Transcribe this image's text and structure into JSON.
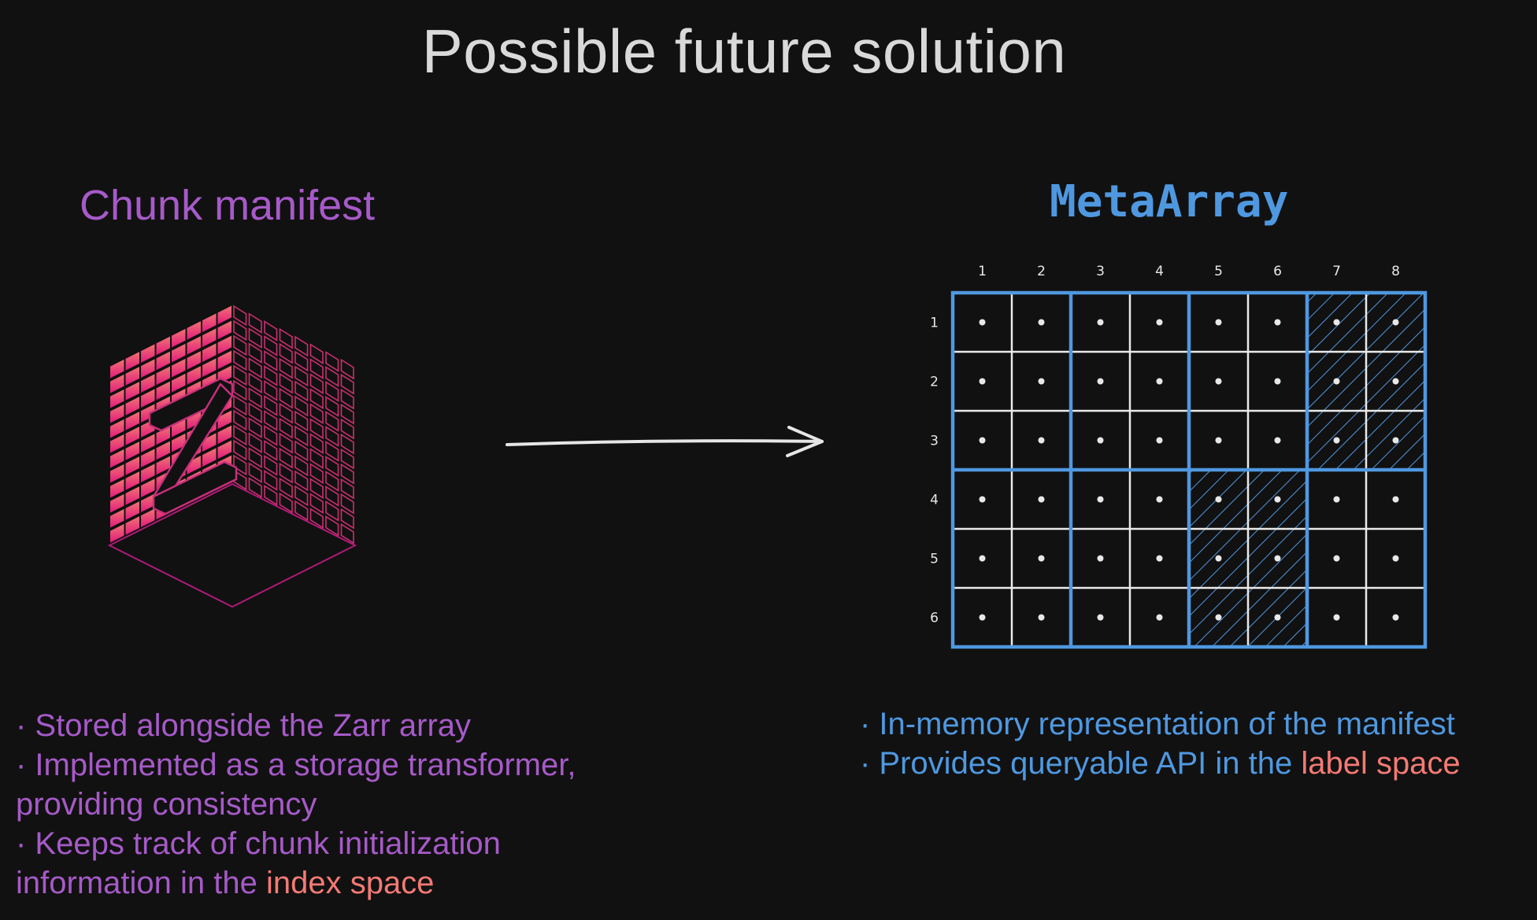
{
  "title": "Possible future solution",
  "left": {
    "heading": "Chunk manifest",
    "bullets": [
      {
        "text": "· Stored alongside the Zarr array"
      },
      {
        "text": "· Implemented as a storage transformer, providing consistency"
      },
      {
        "text": "· Keeps track of chunk initialization information in the ",
        "highlight": "index space"
      }
    ]
  },
  "right": {
    "heading": "MetaArray",
    "bullets": [
      {
        "text": "· In-memory representation of the manifest"
      },
      {
        "text": "· Provides queryable API in the ",
        "highlight": "label space"
      }
    ]
  },
  "grid": {
    "column_labels": [
      "1",
      "2",
      "3",
      "4",
      "5",
      "6",
      "7",
      "8"
    ],
    "row_labels": [
      "1",
      "2",
      "3",
      "4",
      "5",
      "6"
    ]
  },
  "colors": {
    "background": "#111111",
    "title": "#d9d9d9",
    "purple": "#a65ac8",
    "blue": "#4f98e0",
    "highlight": "#f47a74"
  },
  "icons": {
    "logo": "zarr-logo-icon",
    "arrow": "right-arrow-icon"
  }
}
